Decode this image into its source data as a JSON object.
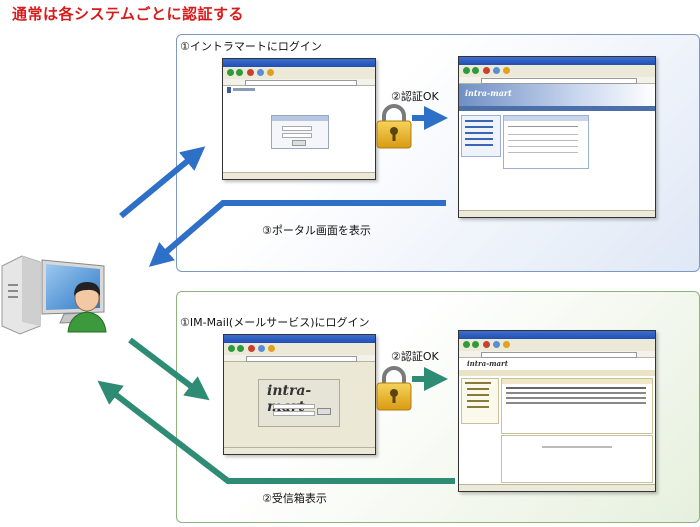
{
  "title": "通常は各システムごとに認証する",
  "top_section": {
    "label": "①イントラマートにログイン",
    "auth_label": "②認証OK",
    "return_label": "③ポータル画面を表示"
  },
  "bottom_section": {
    "label": "①IM-Mail(メールサービス)にログイン",
    "auth_label": "②認証OK",
    "return_label": "②受信箱表示"
  },
  "login_logo": "intra-mart",
  "portal_logo": "intra-mart",
  "mail_logo": "intra-mart",
  "colors": {
    "title": "#d81b1b",
    "blue_arrow": "#2e6fc7",
    "green_arrow": "#2e8b74",
    "lock": "#e8b21c"
  },
  "icons": [
    "computer-icon",
    "user-icon",
    "lock-icon"
  ]
}
